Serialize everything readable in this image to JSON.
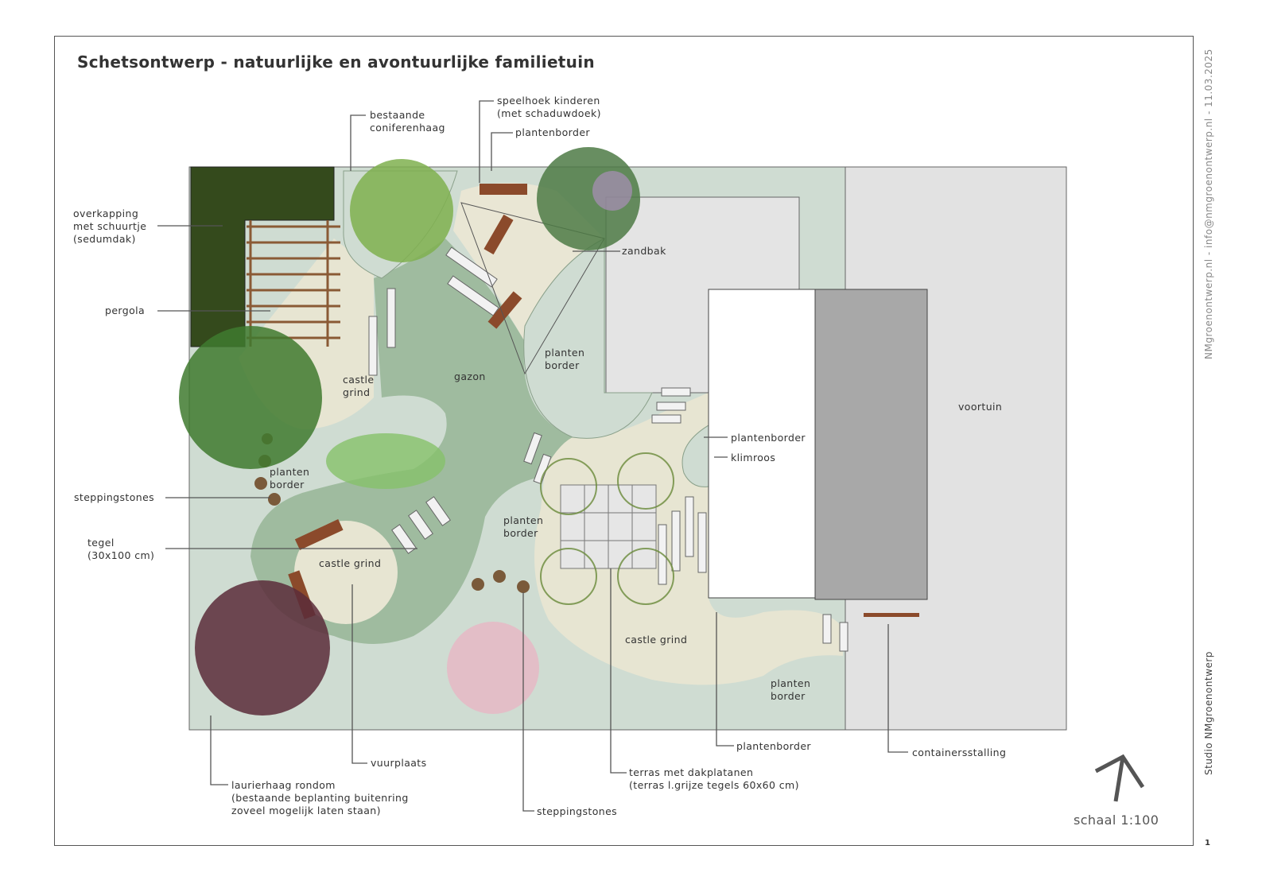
{
  "title": "Schetsontwerp - natuurlijke en avontuurlijke familietuin",
  "sidebar": {
    "contact": "NMgroenontwerp.nl - info@nmgroenontwerp.nl - 11.03.2025",
    "studio": "Studio NMgroenontwerp",
    "page_number": "1"
  },
  "scale": "schaal 1:100",
  "north_icon": "north-arrow-icon",
  "colors": {
    "lawn": "#9fbb9f",
    "border": "#cfdcd2",
    "gravel": "#e7e5d2",
    "paving": "#e2e2e2",
    "house_roof": "#a8a8a8",
    "shed": "#344a1c"
  },
  "callouts": {
    "coniferenhaag": "bestaande\nconiferenhaag",
    "speelhoek": "speelhoek kinderen\n(met schaduwdoek)",
    "plantenborder_top": "plantenborder",
    "overkapping": "overkapping\nmet schuurtje\n(sedumdak)",
    "zandbak": "zandbak",
    "pergola": "pergola",
    "plantenborder_house": "plantenborder",
    "klimroos": "klimroos",
    "steppingstones_left": "steppingstones",
    "tegel": "tegel\n(30x100 cm)",
    "vuurplaats": "vuurplaats",
    "laurierhaag": "laurierhaag rondom\n(bestaande beplanting buitenring\nzoveel mogelijk laten staan)",
    "steppingstones_bottom": "steppingstones",
    "terras": "terras met dakplatanen\n(terras l.grijze tegels 60x60 cm)",
    "plantenborder_bottom": "plantenborder",
    "containersstalling": "containersstalling"
  },
  "areas": {
    "castle_grind_left": "castle\ngrind",
    "gazon": "gazon",
    "planten_border_center": "planten\nborder",
    "planten_border_left": "planten\nborder",
    "castle_grind_fire": "castle grind",
    "planten_border_mid": "planten\nborder",
    "castle_grind_terrace": "castle grind",
    "planten_border_right": "planten\nborder",
    "voortuin": "voortuin"
  }
}
